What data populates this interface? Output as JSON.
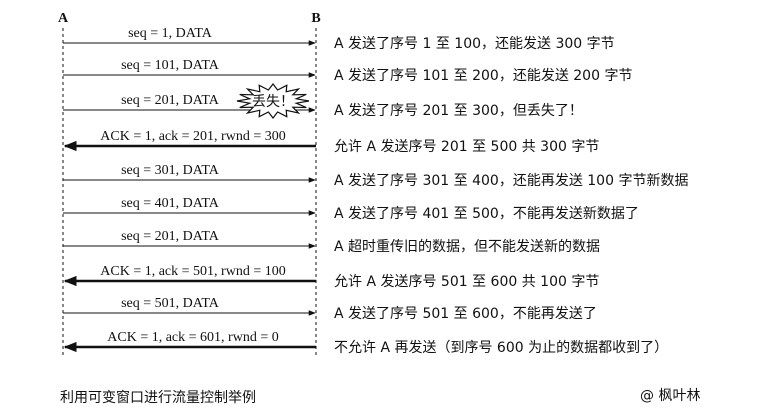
{
  "hosts": {
    "a": "A",
    "b": "B"
  },
  "messages": [
    {
      "label": "seq = 1, DATA",
      "direction": "A-to-B",
      "note": "A 发送了序号 1 至 100，还能发送 300 字节"
    },
    {
      "label": "seq = 101, DATA",
      "direction": "A-to-B",
      "note": "A 发送了序号 101 至 200，还能发送 200 字节"
    },
    {
      "label": "seq = 201, DATA",
      "direction": "A-to-B",
      "lost": true,
      "note": "A 发送了序号 201 至 300，但丢失了！"
    },
    {
      "label": "ACK = 1, ack = 201, rwnd = 300",
      "direction": "B-to-A",
      "note": "允许 A 发送序号 201 至 500  共 300 字节"
    },
    {
      "label": "seq = 301, DATA",
      "direction": "A-to-B",
      "note": "A 发送了序号 301 至 400，还能再发送 100 字节新数据"
    },
    {
      "label": "seq = 401, DATA",
      "direction": "A-to-B",
      "note": "A 发送了序号 401 至 500，不能再发送新数据了"
    },
    {
      "label": "seq = 201, DATA",
      "direction": "A-to-B",
      "note": "A 超时重传旧的数据，但不能发送新的数据"
    },
    {
      "label": "ACK = 1, ack = 501, rwnd = 100",
      "direction": "B-to-A",
      "note": "允许 A 发送序号 501 至 600 共 100 字节"
    },
    {
      "label": "seq = 501, DATA",
      "direction": "A-to-B",
      "note": "A 发送了序号 501 至 600，不能再发送了"
    },
    {
      "label": "ACK = 1, ack = 601, rwnd = 0",
      "direction": "B-to-A",
      "note": "不允许 A 再发送（到序号 600 为止的数据都收到了）"
    }
  ],
  "loss_label": "丢失！",
  "caption": "利用可变窗口进行流量控制举例",
  "watermark": "@ 枫叶林",
  "colors": {
    "line": "#111111",
    "text": "#111111",
    "burst_fill": "#ffffff"
  }
}
